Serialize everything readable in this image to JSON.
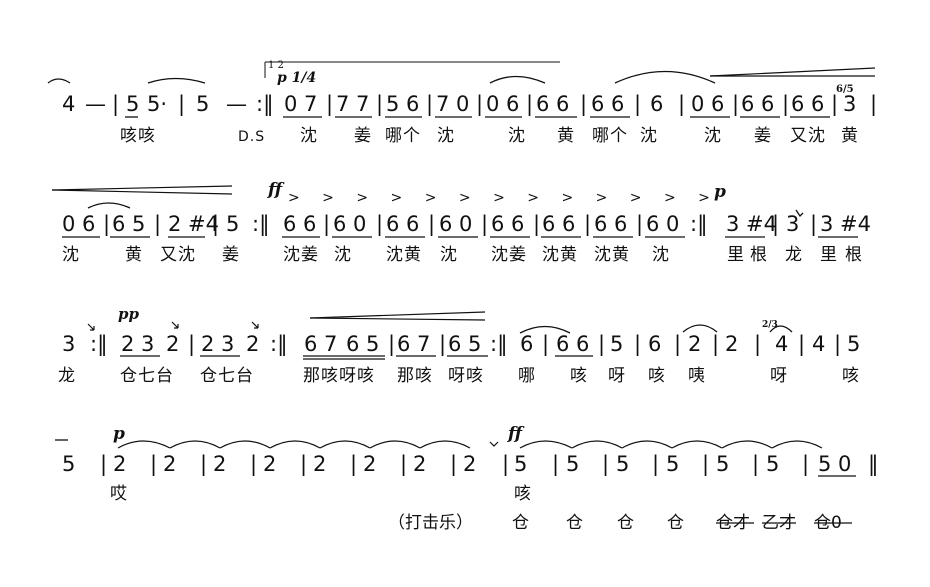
{
  "systems": [
    {
      "tokens": [
        "4",
        "—",
        "|",
        "5",
        "5·",
        "|",
        "5",
        "—",
        ":‖",
        "0 7",
        "|",
        "7 7",
        "|",
        "5 6",
        "|",
        "7 0",
        "|",
        "0 6",
        "|",
        "6 6",
        "|",
        "6 6",
        "|",
        "6",
        "|",
        "0 6",
        "|",
        "6 6",
        "|",
        "6 6",
        "|",
        "3",
        "|"
      ],
      "lyrics": [
        "咳咳",
        "D.S",
        "沈",
        "姜",
        "哪个",
        "沈",
        "沈",
        "黄",
        "哪个",
        "沈",
        "沈",
        "姜",
        "又沈",
        "黄"
      ],
      "annotations": {
        "volta": "1 2",
        "dynamic": "p 1/4",
        "grace": "6/5"
      }
    },
    {
      "tokens": [
        "0 6",
        "|",
        "6 5",
        "|",
        "2 #4",
        "|",
        "5",
        ":‖",
        "6 6",
        "|",
        "6 0",
        "|",
        "6 6",
        "|",
        "6 0",
        "|",
        "6 6",
        "|",
        "6 6",
        "|",
        "6 6",
        "|",
        "6 0",
        ":‖",
        "3 #4",
        "|",
        "3",
        "|",
        "3 #4"
      ],
      "lyrics": [
        "沈",
        "黄",
        "又沈",
        "姜",
        "沈姜",
        "沈",
        "沈黄",
        "沈",
        "沈姜",
        "沈黄",
        "沈黄",
        "沈",
        "里",
        "根",
        "龙",
        "里",
        "根"
      ],
      "annotations": {
        "dynamic1": "ff",
        "accents": "> > >   > > >   > > > > > > >",
        "dynamic2": "p"
      }
    },
    {
      "tokens": [
        "3",
        ":‖",
        "2 3",
        "2",
        "|",
        "2 3",
        "2",
        ":‖",
        "6 7",
        "6 5",
        "|",
        "6 7",
        "|",
        "6 5",
        ":‖",
        "6",
        "|",
        "6 6",
        "|",
        "5",
        "|",
        "6",
        "|",
        "2",
        "|",
        "2",
        "|",
        "4",
        "|",
        "4",
        "|",
        "5"
      ],
      "lyrics": [
        "龙",
        "仓七台",
        "仓七台",
        "那咳呀咳",
        "那咳",
        "呀咳",
        "哪",
        "咳",
        "呀",
        "咳",
        "咦",
        "呀",
        "咳"
      ],
      "annotations": {
        "dynamic": "pp",
        "grace": "2/3"
      }
    },
    {
      "tokens": [
        "5",
        "|",
        "2",
        "|",
        "2",
        "|",
        "2",
        "|",
        "2",
        "|",
        "2",
        "|",
        "2",
        "|",
        "2",
        "|",
        "2",
        "|",
        "5",
        "|",
        "5",
        "|",
        "5",
        "|",
        "5",
        "|",
        "5",
        "|",
        "5",
        "|",
        "5 0",
        "‖"
      ],
      "lyrics": [
        "哎",
        "咳"
      ],
      "annotations": {
        "dynamic1": "p",
        "dynamic2": "ff"
      },
      "percussion": {
        "label": "（打击乐）",
        "notes": [
          "仓",
          "仓",
          "仓",
          "仓",
          "仓才",
          "乙才",
          "仓0"
        ]
      }
    }
  ]
}
